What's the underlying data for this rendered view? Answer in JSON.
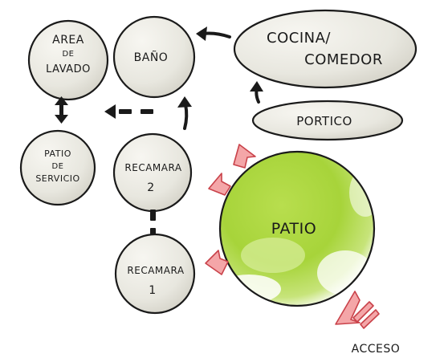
{
  "nodes": {
    "area_lavado": {
      "lines": [
        "AREA",
        "DE",
        "LAVADO"
      ]
    },
    "bano": {
      "lines": [
        "BAÑO"
      ]
    },
    "cocina_comedor": {
      "lines": [
        "COCINA/",
        "COMEDOR"
      ]
    },
    "portico": {
      "lines": [
        "PORTICO"
      ]
    },
    "patio_servicio": {
      "lines": [
        "PATIO",
        "DE",
        "SERVICIO"
      ]
    },
    "recamara_2": {
      "lines": [
        "RECAMARA",
        "2"
      ]
    },
    "recamara_1": {
      "lines": [
        "RECAMARA",
        "1"
      ]
    },
    "patio": {
      "lines": [
        "PATIO"
      ]
    }
  },
  "access_label": "ACCESO",
  "colors": {
    "node_fill": "#ecebe4",
    "node_shade": "#d9d8cf",
    "patio_green": "#a8d63c",
    "patio_light": "#ffffff",
    "arrow_pink": "#f4a6a8",
    "arrow_outline": "#c9424a",
    "ink": "#1a1a1a"
  }
}
